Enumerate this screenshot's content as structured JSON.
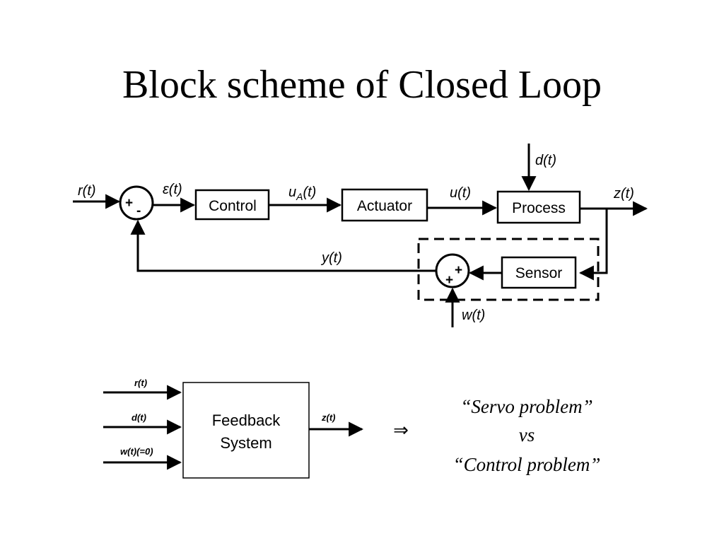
{
  "title": "Block scheme of Closed Loop",
  "loop": {
    "blocks": {
      "control": "Control",
      "actuator": "Actuator",
      "process": "Process",
      "sensor": "Sensor"
    },
    "signals": {
      "r": "r(t)",
      "eps": "ε(t)",
      "ua_main": "u",
      "ua_sub": "A",
      "ua_tail": "(t)",
      "u": "u(t)",
      "d": "d(t)",
      "z": "z(t)",
      "y": "y(t)",
      "w": "w(t)"
    },
    "sum1_signs": {
      "plus": "+",
      "minus": "-"
    },
    "sum2_signs": {
      "plus_a": "+",
      "plus_b": "+"
    }
  },
  "overview": {
    "block": {
      "line1": "Feedback",
      "line2": "System"
    },
    "inputs": [
      "r(t)",
      "d(t)",
      "w(t)(=0)"
    ],
    "output": "z(t)"
  },
  "note": {
    "arrow": "⇒",
    "line1": "“Servo problem”",
    "line2": "vs",
    "line3": "“Control problem”"
  }
}
